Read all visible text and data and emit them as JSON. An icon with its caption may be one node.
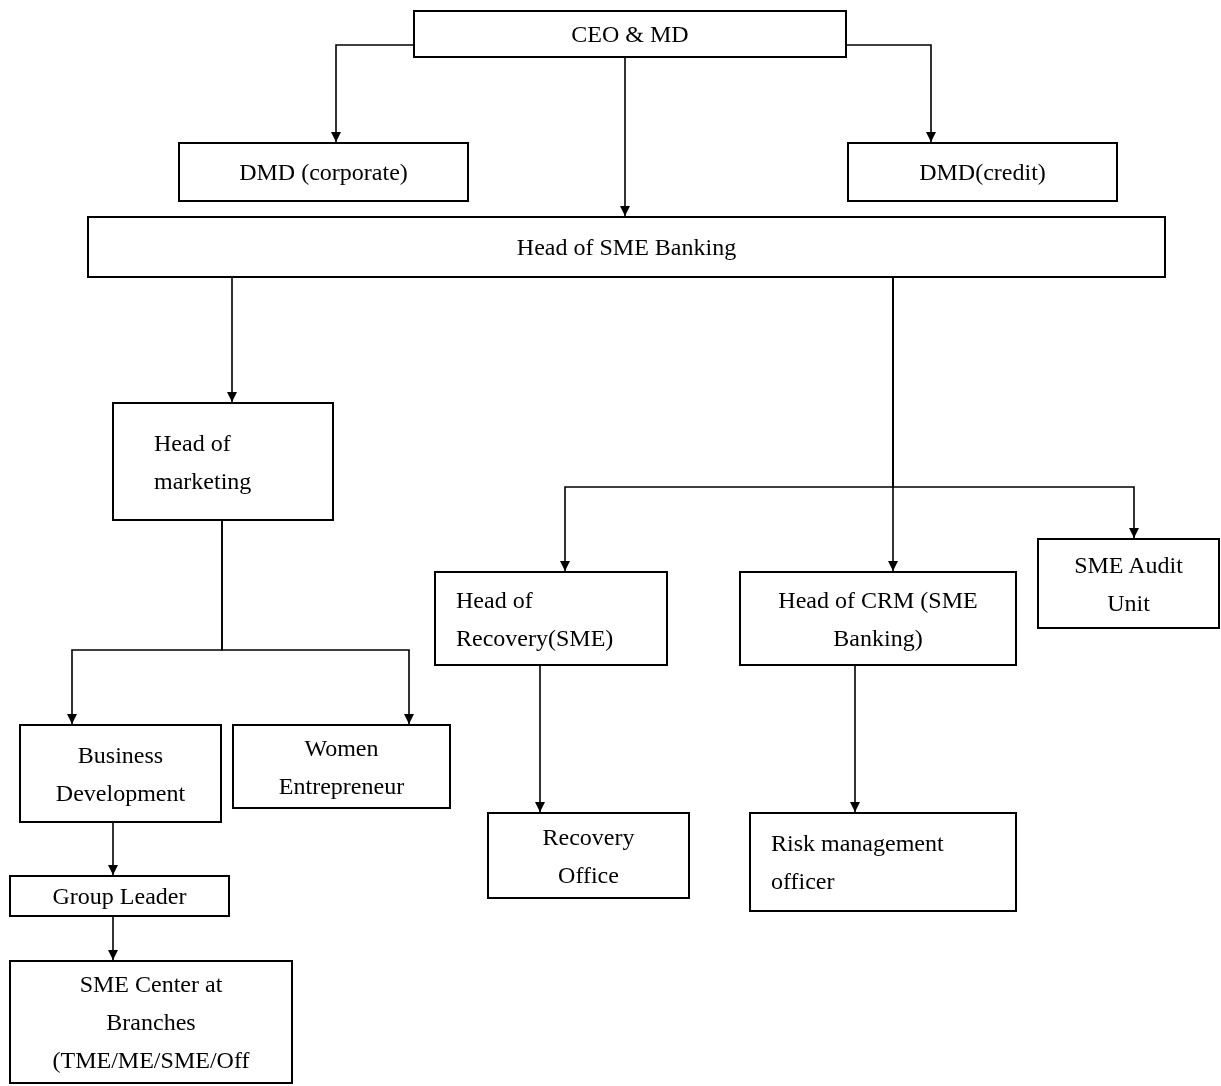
{
  "diagram": {
    "nodes": [
      {
        "text": [
          "CEO & MD"
        ]
      },
      {
        "text": [
          "DMD (corporate)"
        ]
      },
      {
        "text": [
          "DMD(credit)"
        ]
      },
      {
        "text": [
          "Head of SME Banking"
        ]
      },
      {
        "text": [
          "Head of marketing"
        ]
      },
      {
        "text": [
          "Head of Recovery(SME)"
        ]
      },
      {
        "text": [
          "Head of CRM (SME Banking)"
        ]
      },
      {
        "text": [
          "SME Audit Unit"
        ]
      },
      {
        "text": [
          "Business Development"
        ]
      },
      {
        "text": [
          "Women Entrepreneur"
        ]
      },
      {
        "text": [
          "Recovery Office"
        ]
      },
      {
        "text": [
          "Risk management officer"
        ]
      },
      {
        "text": [
          "Group Leader"
        ]
      },
      {
        "text": [
          "SME Center at Branches (TME/ME/SME/Off"
        ]
      }
    ],
    "edges": [
      {
        "from": 0,
        "to": 1,
        "arrow": "to"
      },
      {
        "from": 0,
        "to": 2,
        "arrow": "to"
      },
      {
        "from": 0,
        "to": 3,
        "arrow": "to"
      },
      {
        "from": 3,
        "to": 4,
        "arrow": "to"
      },
      {
        "from": 3,
        "to": 5,
        "arrow": "to"
      },
      {
        "from": 3,
        "to": 6,
        "arrow": "to"
      },
      {
        "from": 3,
        "to": 7,
        "arrow": "to"
      },
      {
        "from": 4,
        "to": 8,
        "arrow": "to"
      },
      {
        "from": 4,
        "to": 9,
        "arrow": "to"
      },
      {
        "from": 8,
        "to": 12,
        "arrow": "to"
      },
      {
        "from": 12,
        "to": 13,
        "arrow": "to"
      },
      {
        "from": 5,
        "to": 10,
        "arrow": "to"
      },
      {
        "from": 6,
        "to": 11,
        "arrow": "to"
      }
    ]
  }
}
